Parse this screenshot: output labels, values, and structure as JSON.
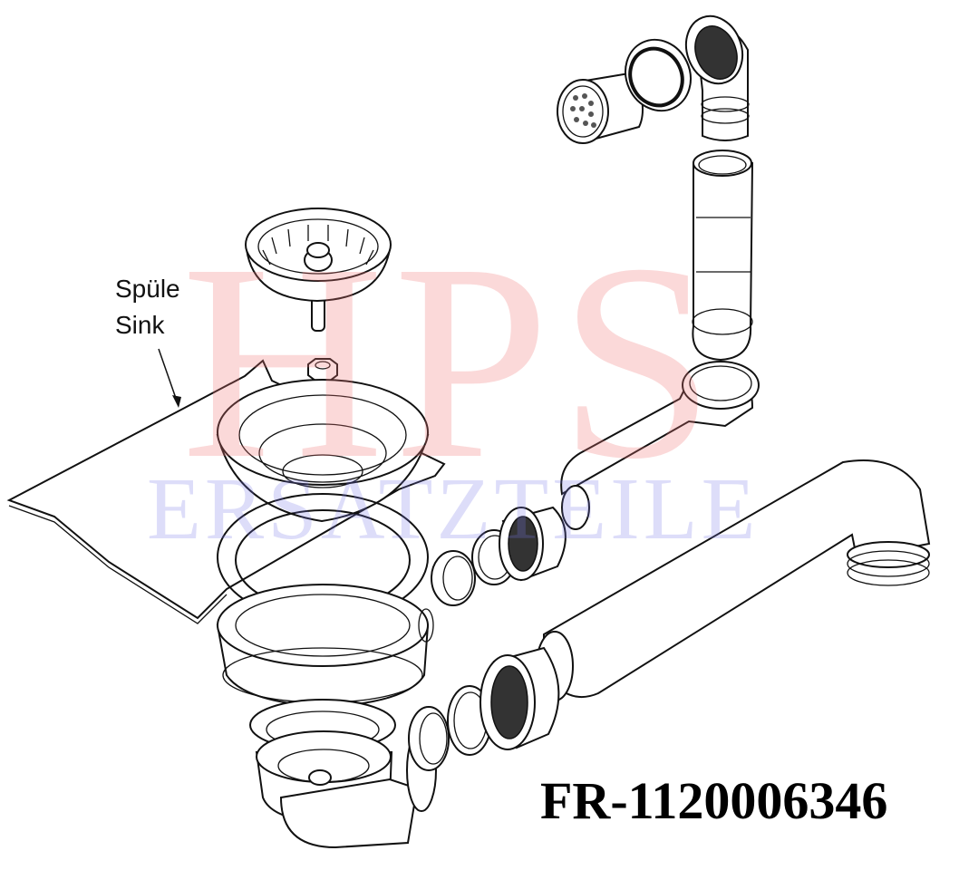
{
  "labels": {
    "de": "Spüle",
    "en": "Sink"
  },
  "watermark": {
    "brand": "HPS",
    "sub": "ERSATZTEILE",
    "brand_color": "#f07878",
    "sub_color": "#7878e6"
  },
  "part_number": "FR-1120006346"
}
